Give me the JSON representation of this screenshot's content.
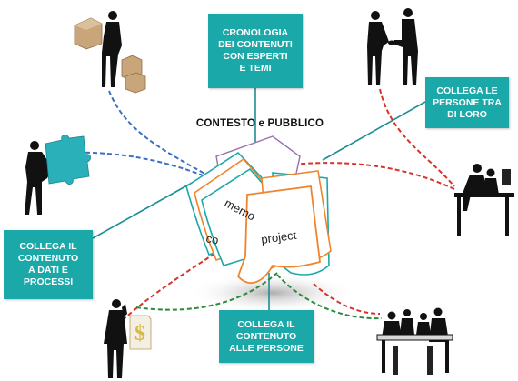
{
  "title": "CONTESTO e PUBBLICO",
  "boxes": {
    "cronologia": "CRONOLOGIA\nDEI CONTENUTI\nCON ESPERTI\nE TEMI",
    "persone": "COLLEGA LE\nPERSONE TRA\nDI LORO",
    "dati": "COLLEGA IL\nCONTENUTO\nA DATI E\nPROCESSI",
    "contenuto": "COLLEGA IL\nCONTENUTO\nALLE PERSONE"
  },
  "documents": {
    "project": "project",
    "memo": "memo",
    "partial": "co"
  },
  "colors": {
    "box_fill": "#1aa8a8",
    "connector_teal": "#1a8f95",
    "dash_blue": "#3a6fc4",
    "dash_red": "#d8332a",
    "dash_green": "#2a8a3a",
    "doc_orange": "#f0842c",
    "doc_teal": "#1aa8a8",
    "doc_purple": "#9a6fb0",
    "silhouette": "#111111",
    "puzzle": "#2ab0b8",
    "box_cardboard": "#c9a57a",
    "dollar_gold": "#d9b84a"
  },
  "icons": {
    "figure_boxes": "woman-with-boxes-icon",
    "figure_handshake": "handshake-icon",
    "figure_puzzle": "man-carrying-puzzle-icon",
    "figure_desk": "people-at-desk-icon",
    "figure_phone": "man-on-phone-icon",
    "figure_dollar": "dollar-document-icon",
    "figure_meeting": "meeting-table-icon"
  }
}
